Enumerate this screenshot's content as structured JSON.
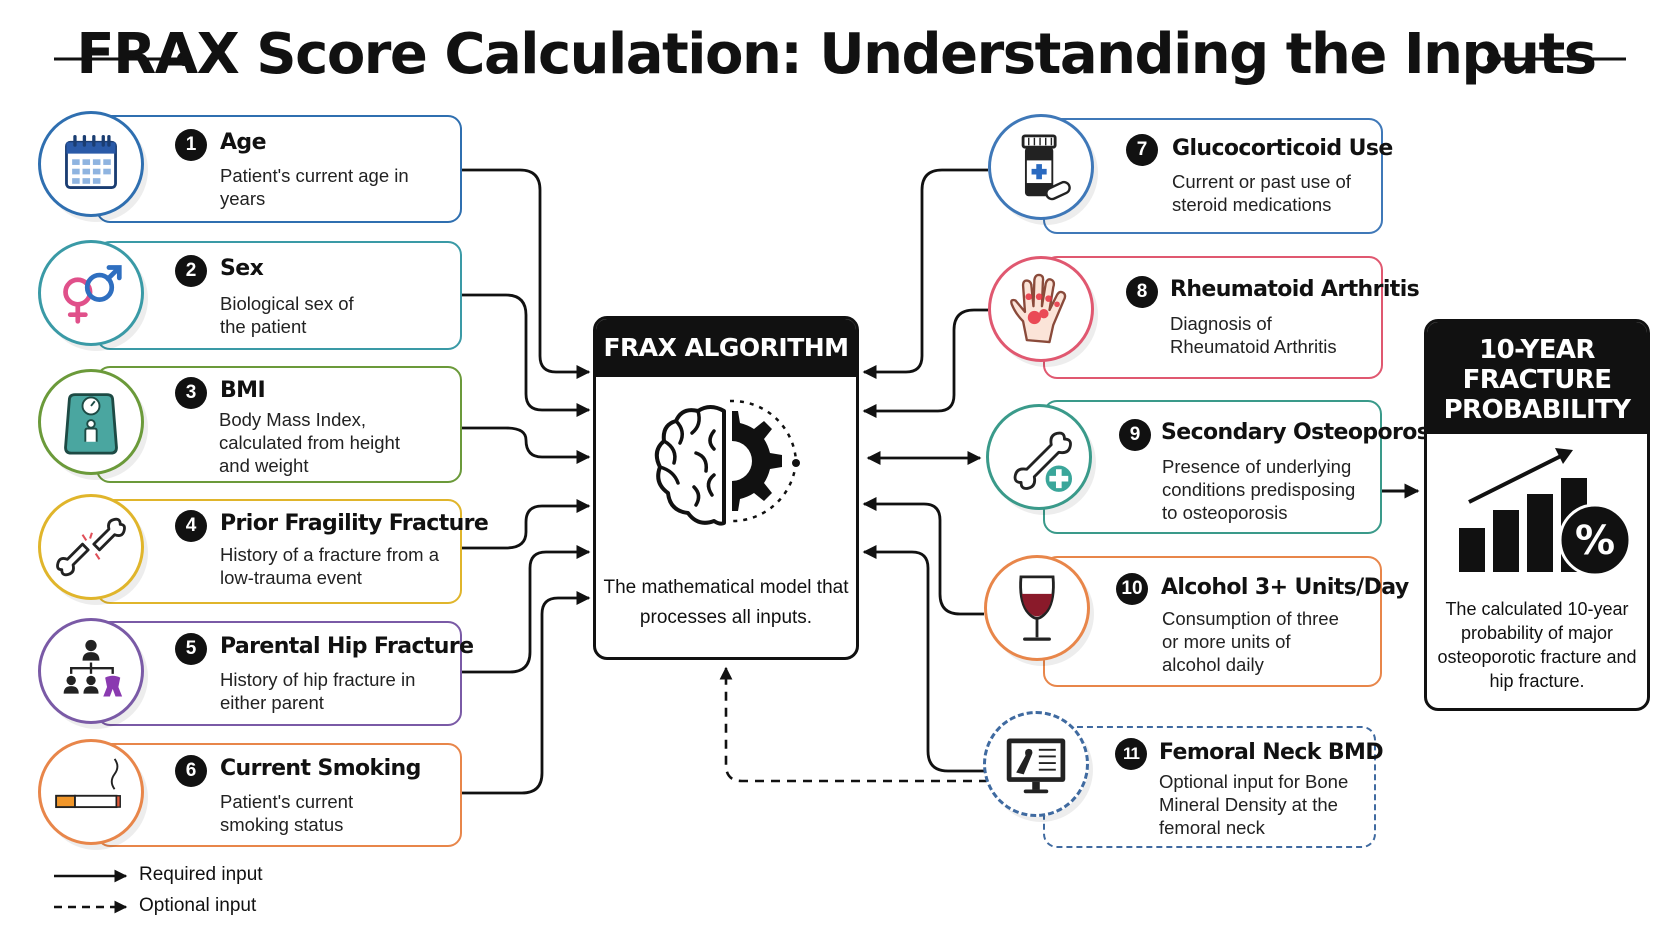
{
  "title": "FRAX Score Calculation: Understanding the Inputs",
  "colors": {
    "age": "#2f6fb0",
    "sex": "#3a9aa6",
    "bmi": "#6b9a3a",
    "fracture": "#e0b52b",
    "parental": "#7a5aa6",
    "smoking": "#e8864a",
    "glucocorticoid": "#3f78b8",
    "rheumatoid": "#e05870",
    "secondary": "#3a9a8a",
    "alcohol": "#e8864a",
    "bmd": "#3f6aa0",
    "ink": "#111111"
  },
  "inputs_left": [
    {
      "number": "1",
      "title": "Age",
      "description": "Patient's current age in years",
      "icon": "calendar-icon"
    },
    {
      "number": "2",
      "title": "Sex",
      "description": "Biological sex of the patient",
      "icon": "gender-symbols-icon"
    },
    {
      "number": "3",
      "title": "BMI",
      "description": "Body Mass Index, calculated from height and weight",
      "icon": "scale-icon"
    },
    {
      "number": "4",
      "title": "Prior Fragility Fracture",
      "description": "History of a fracture from a low-trauma event",
      "icon": "broken-bone-icon"
    },
    {
      "number": "5",
      "title": "Parental Hip Fracture",
      "description": "History of hip fracture in either parent",
      "icon": "family-tree-icon"
    },
    {
      "number": "6",
      "title": "Current Smoking",
      "description": "Patient's current smoking status",
      "icon": "cigarette-icon"
    }
  ],
  "inputs_right": [
    {
      "number": "7",
      "title": "Glucocorticoid Use",
      "description": "Current or past use of steroid medications",
      "icon": "medicine-bottle-icon"
    },
    {
      "number": "8",
      "title": "Rheumatoid Arthritis",
      "description": "Diagnosis of Rheumatoid Arthritis",
      "icon": "inflamed-hand-icon"
    },
    {
      "number": "9",
      "title": "Secondary Osteoporosis",
      "description": "Presence of underlying conditions predisposing to osteoporosis",
      "icon": "bone-plus-icon"
    },
    {
      "number": "10",
      "title": "Alcohol 3+ Units/Day",
      "description": "Consumption of three or more units of alcohol daily",
      "icon": "wine-glass-icon"
    },
    {
      "number": "11",
      "title": "Femoral Neck BMD",
      "description": "Optional input for Bone Mineral Density at the femoral neck",
      "icon": "bone-scan-monitor-icon"
    }
  ],
  "algorithm": {
    "title": "FRAX ALGORITHM",
    "description": "The mathematical model that processes all inputs.",
    "icon": "brain-gear-icon"
  },
  "output": {
    "title": "10-YEAR FRACTURE PROBABILITY",
    "description": "The calculated 10-year probability of major osteoporotic fracture and hip fracture.",
    "icon": "rising-bar-chart-percent-icon",
    "icon_text": "%"
  },
  "legend": {
    "required": "Required input",
    "optional": "Optional input"
  }
}
